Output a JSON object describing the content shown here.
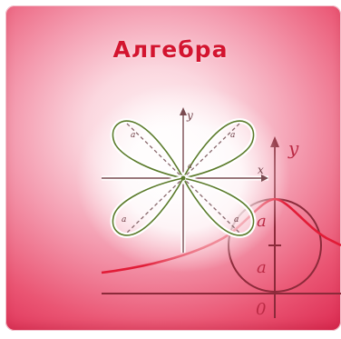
{
  "tile": {
    "title": "Алгебра"
  },
  "rose_plot": {
    "axis_x_label": "x",
    "axis_y_label": "y",
    "petal_label": "a"
  },
  "background_plot": {
    "axis_y_label": "y",
    "tick_label_upper": "a",
    "tick_label_lower": "a",
    "origin_label": "0"
  },
  "colors": {
    "title": "#d3142f",
    "curve": "#e11c37",
    "petal_outline": "#5b7a2a",
    "axis_dark": "#8c2a3a"
  }
}
